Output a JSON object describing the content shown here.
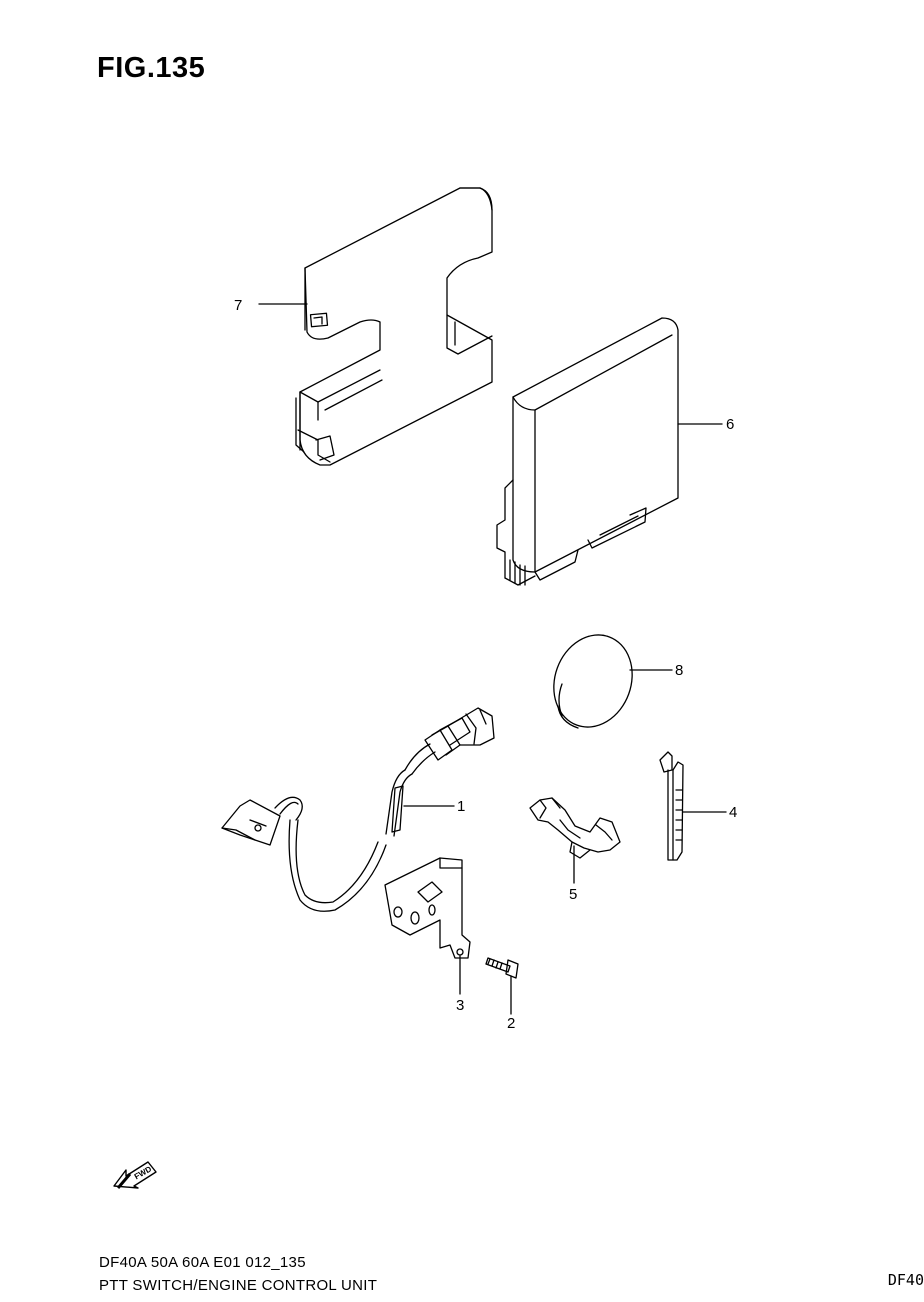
{
  "figure": {
    "title": "FIG.135"
  },
  "callouts": [
    {
      "id": "7",
      "text": "7"
    },
    {
      "id": "6",
      "text": "6"
    },
    {
      "id": "8",
      "text": "8"
    },
    {
      "id": "1",
      "text": "1"
    },
    {
      "id": "4",
      "text": "4"
    },
    {
      "id": "5",
      "text": "5"
    },
    {
      "id": "3",
      "text": "3"
    },
    {
      "id": "2",
      "text": "2"
    }
  ],
  "fwd_label": "FWD",
  "footer": {
    "model_line": "DF40A 50A 60A E01 012_135",
    "title_line": "PTT SWITCH/ENGINE CONTROL UNIT",
    "corner_code": "DF40"
  }
}
